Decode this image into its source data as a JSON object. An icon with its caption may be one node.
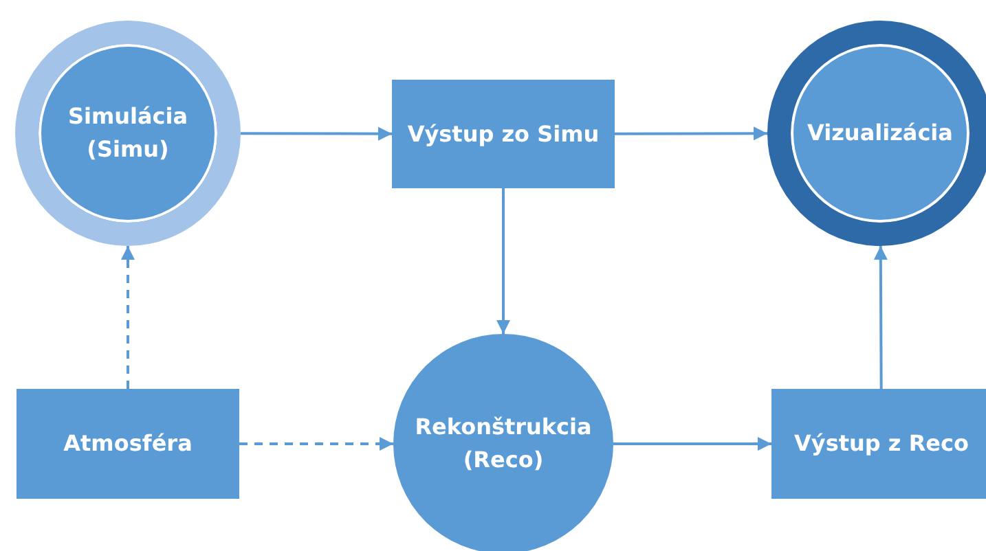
{
  "diagram": {
    "nodes": [
      {
        "text": [
          "Simulácia (Simu)"
        ]
      },
      {
        "text": [
          "Výstup zo Simu"
        ]
      },
      {
        "text": [
          "Vizualizácia"
        ]
      },
      {
        "text": [
          "Atmosféra"
        ]
      },
      {
        "text": [
          "Rekonštrukcia (Reco)"
        ]
      },
      {
        "text": [
          "Výstup z Reco"
        ]
      }
    ],
    "edges": [
      {
        "from": 0,
        "to": 1,
        "arrow": "to"
      },
      {
        "from": 1,
        "to": 2,
        "arrow": "to"
      },
      {
        "from": 1,
        "to": 4,
        "arrow": "to"
      },
      {
        "from": 3,
        "to": 0,
        "arrow": "to",
        "style": "dashed"
      },
      {
        "from": 3,
        "to": 4,
        "arrow": "to",
        "style": "dashed"
      },
      {
        "from": 4,
        "to": 5,
        "arrow": "to"
      },
      {
        "from": 5,
        "to": 2,
        "arrow": "to"
      }
    ]
  }
}
